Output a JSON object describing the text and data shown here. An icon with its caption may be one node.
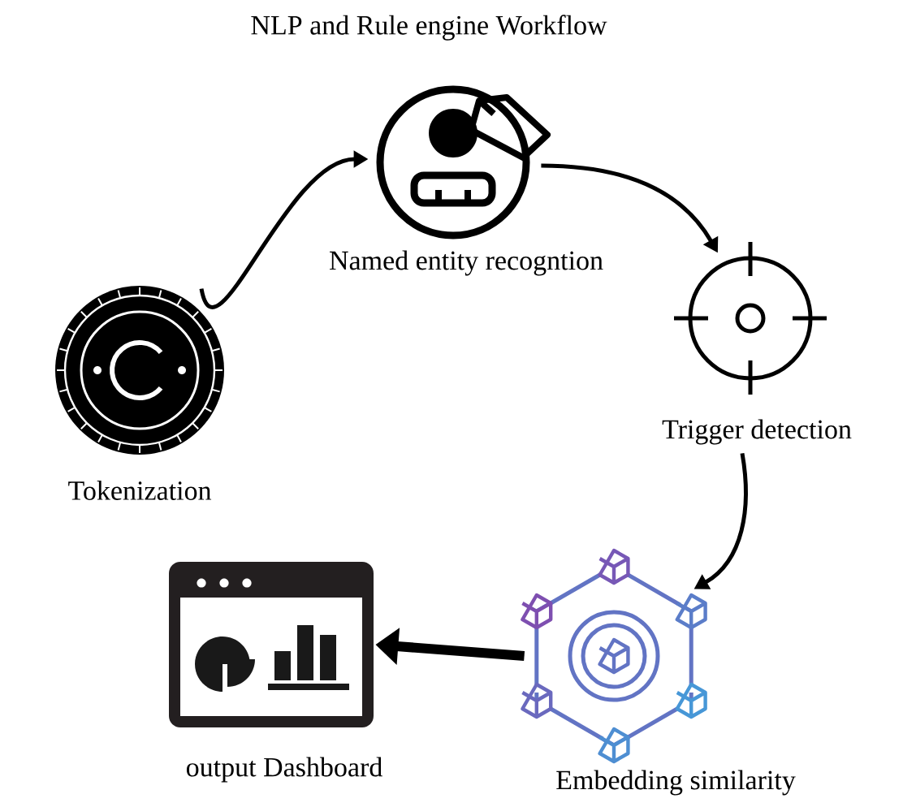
{
  "diagram": {
    "title": "NLP and Rule engine Workflow",
    "nodes": [
      {
        "text": [
          "Tokenization"
        ]
      },
      {
        "text": [
          "Named entity recogntion"
        ]
      },
      {
        "text": [
          "Trigger detection"
        ]
      },
      {
        "text": [
          "Embedding similarity"
        ]
      },
      {
        "text": [
          "output Dashboard"
        ]
      }
    ],
    "edges": [
      {
        "from": 0,
        "to": 1,
        "arrow": "to"
      },
      {
        "from": 1,
        "to": 2,
        "arrow": "to"
      },
      {
        "from": 2,
        "to": 3,
        "arrow": "to"
      },
      {
        "from": 3,
        "to": 4,
        "arrow": "to",
        "style": "thick"
      }
    ]
  }
}
